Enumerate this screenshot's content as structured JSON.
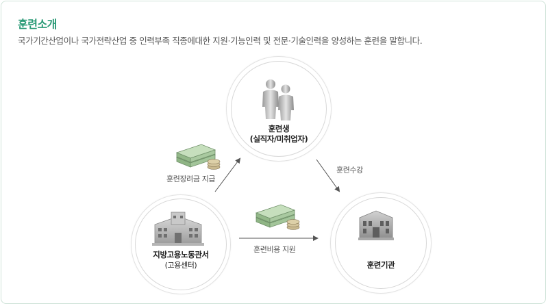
{
  "header": {
    "title": "훈련소개",
    "description": "국가기간산업이나 국가전략산업 중 인력부족 직종에대한 지원·기능인력 및 전문·기술인력을 양성하는 훈련을 말합니다."
  },
  "nodes": {
    "trainee": {
      "label_line1": "훈련생",
      "label_line2": "(실직자/미취업자)",
      "icon": "people-icon"
    },
    "labor_office": {
      "label_line1": "지방고용노동관서",
      "label_line2": "(고용센터)",
      "icon": "office-building-icon"
    },
    "institution": {
      "label": "훈련기관",
      "icon": "school-building-icon"
    }
  },
  "edges": {
    "incentive": "훈련장려금 지급",
    "attendance": "훈련수강",
    "cost_support": "훈련비용 지원"
  },
  "colors": {
    "title": "#2a9a76",
    "arrow": "#555555",
    "money": "#8fbf8a"
  }
}
